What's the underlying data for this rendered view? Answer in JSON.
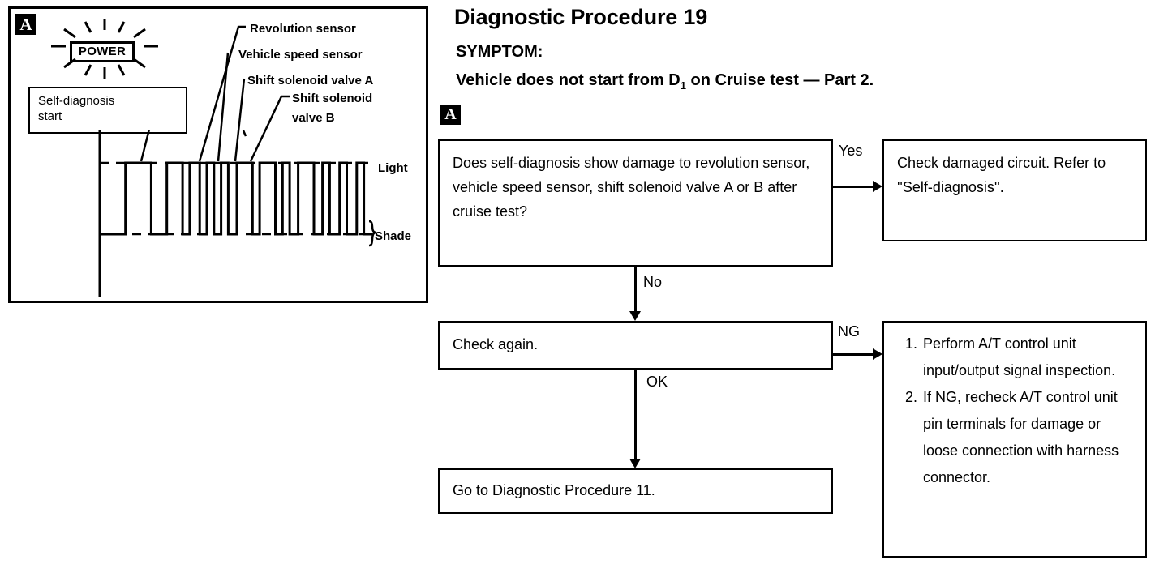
{
  "header": {
    "title": "Diagnostic Procedure 19",
    "symptom_label": "SYMPTOM:",
    "symptom_text_pre": "Vehicle does not start from D",
    "symptom_subscript": "1",
    "symptom_text_post": " on Cruise test — Part 2."
  },
  "badges": {
    "illustration": "A",
    "flowchart": "A"
  },
  "illustration": {
    "power_lamp_label": "POWER",
    "self_diagnosis_box": "Self-diagnosis\nstart",
    "leader_labels": [
      "Revolution sensor",
      "Vehicle speed sensor",
      "Shift solenoid valve A",
      "Shift solenoid",
      "valve B"
    ],
    "level_labels": {
      "high": "Light",
      "low": "Shade"
    }
  },
  "flowchart": {
    "question_box": "Does self-diagnosis show damage to revolution sensor, vehicle speed sensor, shift solenoid valve A or B after cruise test?",
    "yes_box": "Check damaged circuit. Refer to ''Self-diagnosis''.",
    "check_box": "Check again.",
    "goto_box": "Go to Diagnostic Procedure 11.",
    "ng_box_items": [
      "Perform A/T control unit input/output signal inspection.",
      "If NG, recheck A/T control unit pin terminals for damage or loose connection with harness connector."
    ],
    "edges": {
      "yes": "Yes",
      "no": "No",
      "ok": "OK",
      "ng": "NG"
    }
  },
  "chart_data": {
    "type": "line",
    "title": "Self-diagnosis flashing pattern",
    "xlabel": "",
    "ylabel": "",
    "ylim": [
      0,
      1
    ],
    "tick_labels": [
      "Shade",
      "Light"
    ],
    "grid": false,
    "legend_position": "right",
    "annotations": [
      "Revolution sensor",
      "Vehicle speed sensor",
      "Shift solenoid valve A",
      "Shift solenoid valve B"
    ],
    "pulses": [
      {
        "start": 0,
        "width": 36,
        "level": 0
      },
      {
        "start": 36,
        "width": 36,
        "level": 1
      },
      {
        "start": 72,
        "width": 22,
        "level": 0
      },
      {
        "start": 94,
        "width": 22,
        "level": 1
      },
      {
        "start": 116,
        "width": 10,
        "level": 0
      },
      {
        "start": 126,
        "width": 14,
        "level": 1
      },
      {
        "start": 140,
        "width": 10,
        "level": 0
      },
      {
        "start": 150,
        "width": 10,
        "level": 1
      },
      {
        "start": 160,
        "width": 10,
        "level": 0
      },
      {
        "start": 170,
        "width": 10,
        "level": 1
      },
      {
        "start": 180,
        "width": 12,
        "level": 0
      },
      {
        "start": 192,
        "width": 22,
        "level": 1
      },
      {
        "start": 214,
        "width": 10,
        "level": 0
      },
      {
        "start": 224,
        "width": 22,
        "level": 1
      },
      {
        "start": 246,
        "width": 10,
        "level": 0
      },
      {
        "start": 256,
        "width": 10,
        "level": 1
      },
      {
        "start": 266,
        "width": 12,
        "level": 0
      },
      {
        "start": 278,
        "width": 22,
        "level": 1
      },
      {
        "start": 300,
        "width": 12,
        "level": 0
      },
      {
        "start": 312,
        "width": 10,
        "level": 1
      },
      {
        "start": 322,
        "width": 14,
        "level": 0
      },
      {
        "start": 336,
        "width": 10,
        "level": 1
      },
      {
        "start": 346,
        "width": 14,
        "level": 0
      },
      {
        "start": 360,
        "width": 10,
        "level": 1
      },
      {
        "start": 370,
        "width": 12,
        "level": 0
      }
    ]
  }
}
